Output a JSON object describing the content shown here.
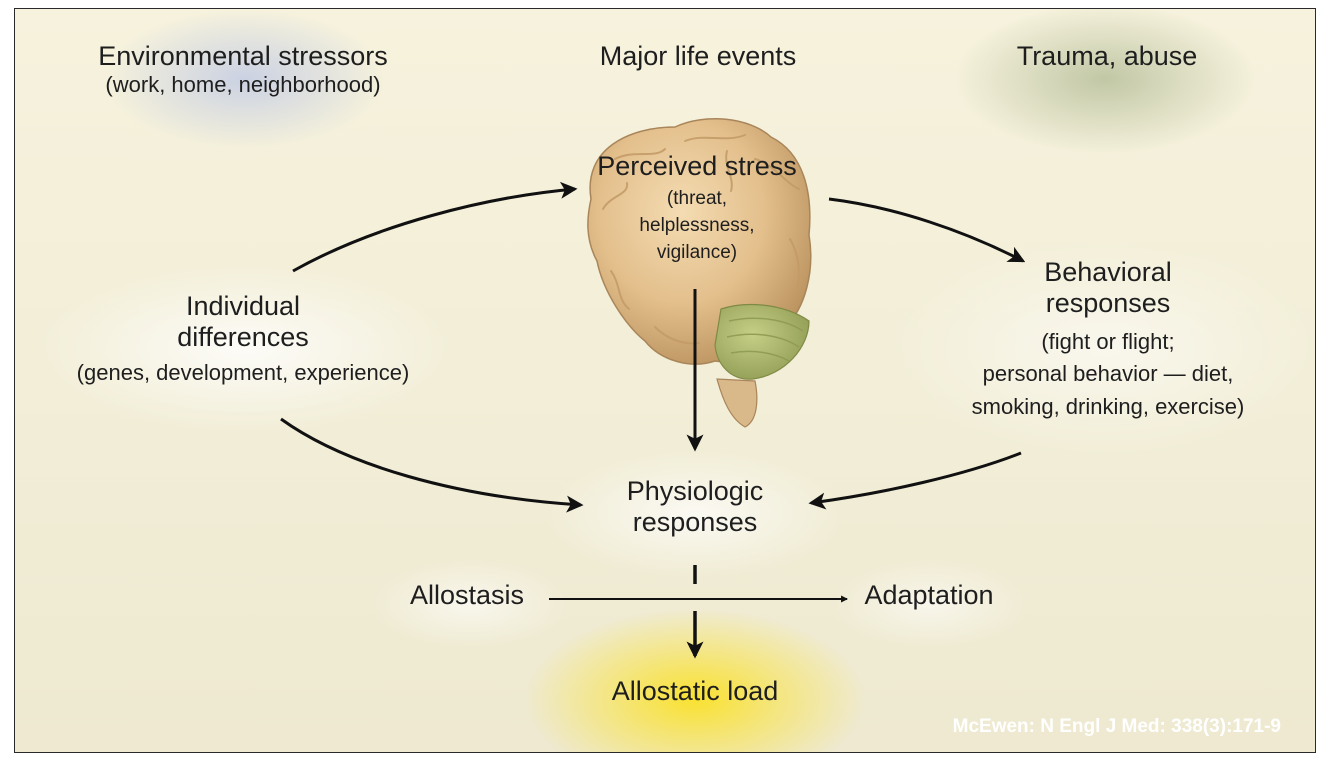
{
  "stressors": {
    "environmental": {
      "title": "Environmental stressors",
      "detail": "(work, home, neighborhood)"
    },
    "life_events": {
      "title": "Major life events"
    },
    "trauma": {
      "title": "Trauma, abuse"
    }
  },
  "perceived_stress": {
    "title": "Perceived stress",
    "detail": [
      "(threat,",
      "helplessness,",
      "vigilance)"
    ]
  },
  "individual_differences": {
    "title": [
      "Individual",
      "differences"
    ],
    "detail": "(genes, development, experience)"
  },
  "behavioral_responses": {
    "title": [
      "Behavioral",
      "responses"
    ],
    "detail": [
      "(fight or flight;",
      "personal behavior — diet,",
      "smoking, drinking, exercise)"
    ]
  },
  "physiologic_responses": {
    "title": [
      "Physiologic",
      "responses"
    ]
  },
  "allostasis": {
    "label": "Allostasis"
  },
  "adaptation": {
    "label": "Adaptation"
  },
  "allostatic_load": {
    "label": "Allostatic load"
  },
  "citation": "McEwen: N Engl J Med: 338(3):171-9",
  "colors": {
    "background": "#f3efd8",
    "text": "#1e1e1e",
    "arrow": "#111111",
    "environmental_glow": "#96aaeb",
    "trauma_glow": "#96a578",
    "allostatic_load_glow": "#fae128",
    "citation": "#ffffff"
  },
  "icons": {
    "brain": "brain-icon"
  }
}
